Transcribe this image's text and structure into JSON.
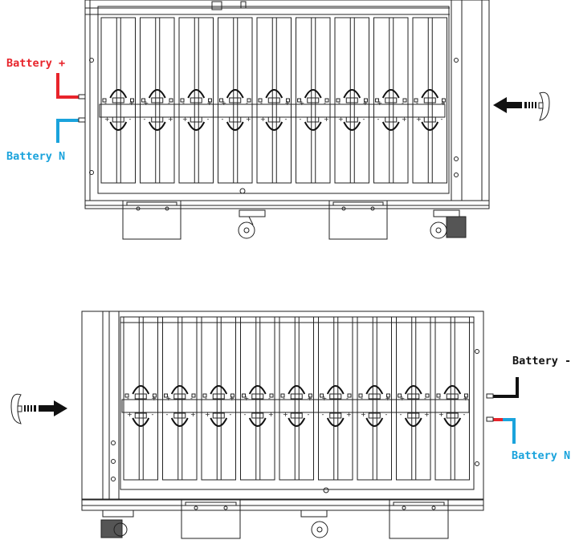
{
  "diagram": {
    "top_cabinet": {
      "label_positive": "Battery +",
      "label_neutral": "Battery N",
      "colors": {
        "positive": "#e8242b",
        "neutral": "#1aa3dc"
      },
      "arrow_direction": "left"
    },
    "bottom_cabinet": {
      "label_negative": "Battery -",
      "label_neutral": "Battery N",
      "colors": {
        "negative": "#111111",
        "neutral": "#1aa3dc",
        "neutral_tip": "#e8242b"
      },
      "arrow_direction": "right"
    },
    "polarity": {
      "plus": "+",
      "minus": "-"
    },
    "icons": [
      "direction-arrow-icon",
      "hand-icon",
      "battery-cable-icon",
      "caster-wheel-icon"
    ]
  }
}
